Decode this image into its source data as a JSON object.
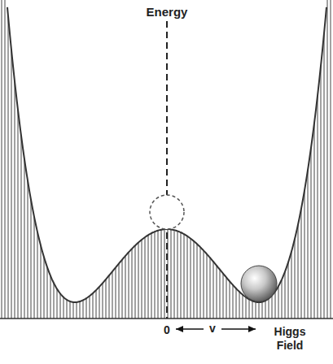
{
  "diagram": {
    "labels": [
      "Energy",
      "0",
      "v",
      "Higgs Field"
    ]
  }
}
